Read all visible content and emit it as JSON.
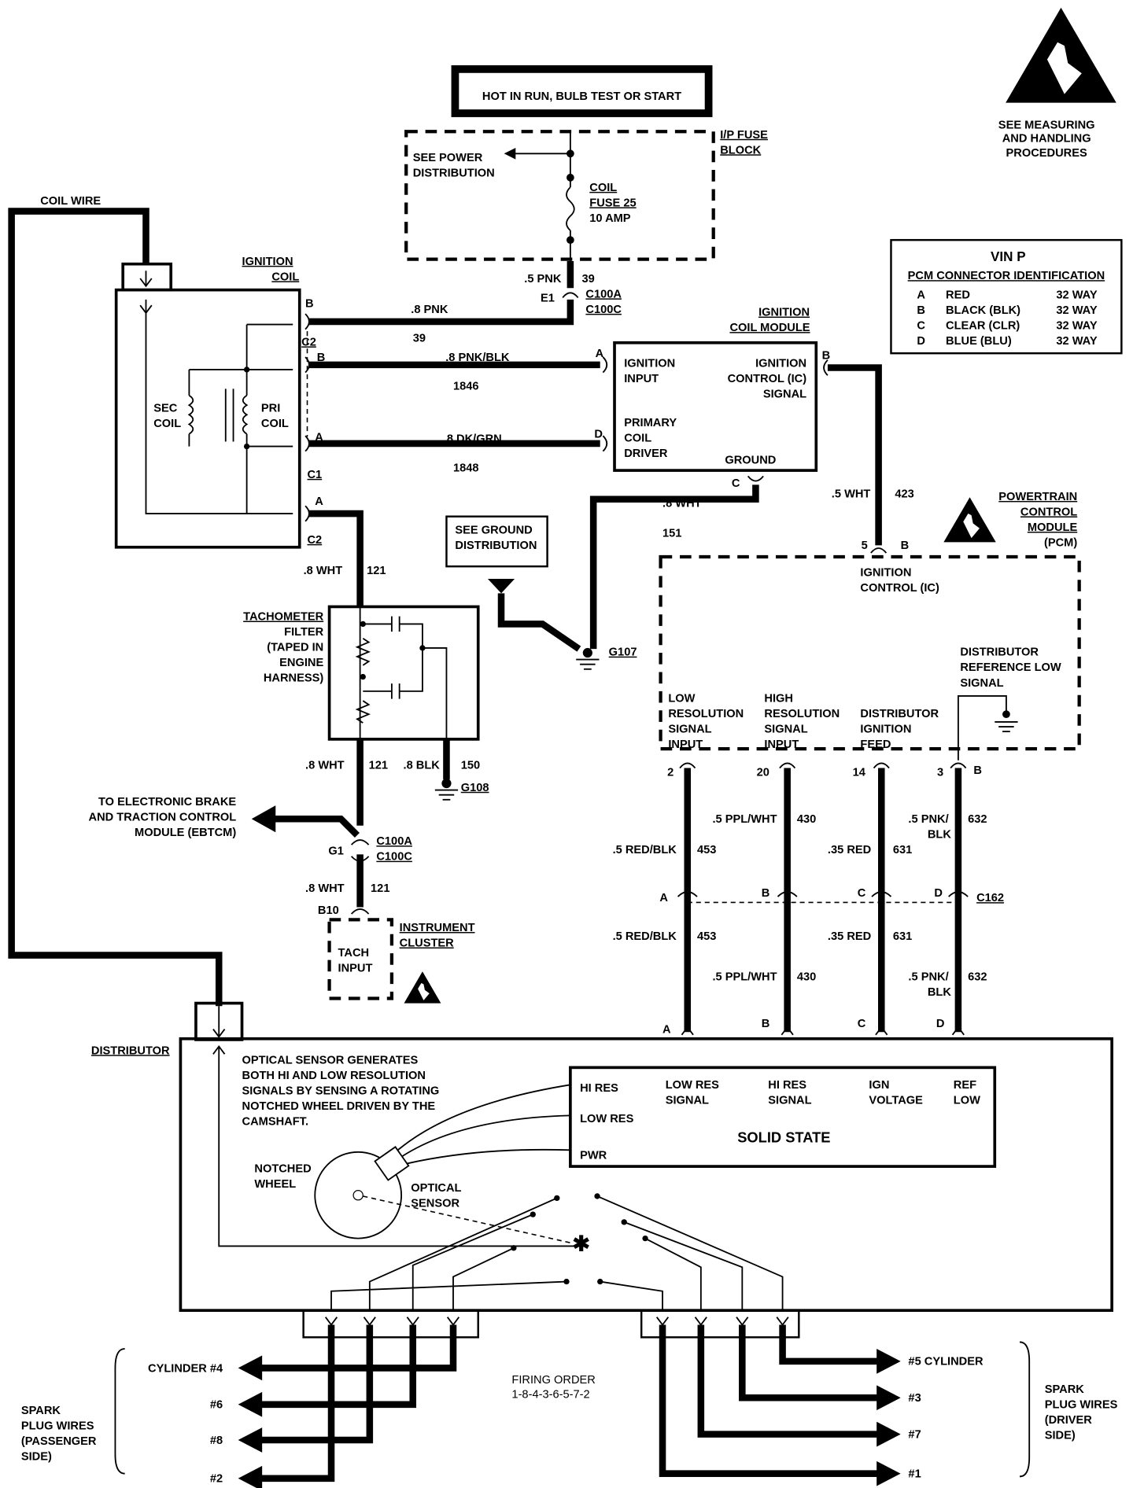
{
  "power": {
    "hot": "HOT IN RUN, BULB TEST OR START",
    "fuse_block_1": "I/P FUSE",
    "fuse_block_2": "BLOCK",
    "see_power_1": "SEE POWER",
    "see_power_2": "DISTRIBUTION",
    "fuse_1": "COIL",
    "fuse_2": "FUSE 25",
    "fuse_3": "10 AMP",
    "w_size": ".5 PNK",
    "w_num": "39",
    "e1": "E1",
    "c100a": "C100A",
    "c100c": "C100C"
  },
  "esd_top": {
    "l1": "SEE MEASURING",
    "l2": "AND HANDLING",
    "l3": "PROCEDURES"
  },
  "vin": {
    "title": "VIN P",
    "subtitle": "PCM CONNECTOR IDENTIFICATION",
    "rows": [
      {
        "pin": "A",
        "color": "RED",
        "way": "32 WAY"
      },
      {
        "pin": "B",
        "color": "BLACK (BLK)",
        "way": "32 WAY"
      },
      {
        "pin": "C",
        "color": "CLEAR (CLR)",
        "way": "32 WAY"
      },
      {
        "pin": "D",
        "color": "BLUE (BLU)",
        "way": "32 WAY"
      }
    ]
  },
  "coil": {
    "coil_wire": "COIL WIRE",
    "title_1": "IGNITION",
    "title_2": "COIL",
    "sec_1": "SEC",
    "sec_2": "COIL",
    "pri_1": "PRI",
    "pri_2": "COIL",
    "pB": "B",
    "c2": "C2",
    "pB2": "B",
    "pA": "A",
    "c1": "C1",
    "pA2": "A",
    "c2b": "C2"
  },
  "wires": {
    "w1_size": ".8 PNK",
    "w1_num": "39",
    "w2_size": ".8 PNK/BLK",
    "w2_num": "1846",
    "w3_size": ".8 DK/GRN",
    "w3_num": "1848",
    "ic_size": ".5 WHT",
    "ic_num": "423",
    "gnd_size": ".8 WHT",
    "gnd_num": "151",
    "p5": "5",
    "pB": "B"
  },
  "module": {
    "title_1": "IGNITION",
    "title_2": "COIL MODULE",
    "in_1": "IGNITION",
    "in_2": "INPUT",
    "ic_1": "IGNITION",
    "ic_2": "CONTROL (IC)",
    "ic_3": "SIGNAL",
    "drv_1": "PRIMARY",
    "drv_2": "COIL",
    "drv_3": "DRIVER",
    "ground": "GROUND",
    "pA": "A",
    "pD": "D",
    "pB": "B",
    "pC": "C"
  },
  "ground": {
    "see_1": "SEE GROUND",
    "see_2": "DISTRIBUTION",
    "g107": "G107",
    "g108": "G108"
  },
  "pcm": {
    "t1": "POWERTRAIN",
    "t2": "CONTROL",
    "t3": "MODULE",
    "t4": "(PCM)",
    "ic_1": "IGNITION",
    "ic_2": "CONTROL (IC)",
    "ref_1": "DISTRIBUTOR",
    "ref_2": "REFERENCE LOW",
    "ref_3": "SIGNAL",
    "low_1": "LOW",
    "low_2": "RESOLUTION",
    "low_3": "SIGNAL",
    "low_4": "INPUT",
    "high_1": "HIGH",
    "high_2": "RESOLUTION",
    "high_3": "SIGNAL",
    "high_4": "INPUT",
    "feed_1": "DISTRIBUTOR",
    "feed_2": "IGNITION",
    "feed_3": "FEED",
    "pin2": "2",
    "pin20": "20",
    "pin14": "14",
    "pin3": "3",
    "pinB": "B"
  },
  "harness": {
    "ppl": ".5 PPL/WHT",
    "n430": "430",
    "redblk": ".5 RED/BLK",
    "n453": "453",
    "red": ".35 RED",
    "n631": "631",
    "pnk_1": ".5 PNK/",
    "pnk_2": "BLK",
    "n632": "632",
    "A": "A",
    "B": "B",
    "C": "C",
    "D": "D",
    "c162": "C162"
  },
  "tach": {
    "w_size": ".8 WHT",
    "w_num": "121",
    "f1": "TACHOMETER",
    "f2": "FILTER",
    "f3": "(TAPED IN",
    "f4": "ENGINE",
    "f5": "HARNESS)",
    "blk": ".8 BLK",
    "n150": "150",
    "eb_1": "TO ELECTRONIC BRAKE",
    "eb_2": "AND TRACTION CONTROL",
    "eb_3": "MODULE (EBTCM)",
    "g1": "G1",
    "c100a": "C100A",
    "c100c": "C100C",
    "b10": "B10",
    "tach_1": "TACH",
    "tach_2": "INPUT",
    "ic_1": "INSTRUMENT",
    "ic_2": "CLUSTER"
  },
  "dist": {
    "title": "DISTRIBUTOR",
    "note": [
      "OPTICAL SENSOR GENERATES",
      "BOTH HI AND LOW RESOLUTION",
      "SIGNALS BY SENSING A ROTATING",
      "NOTCHED WHEEL DRIVEN BY THE",
      "CAMSHAFT."
    ],
    "hires": "HI RES",
    "lowres": "LOW RES",
    "pwr": "PWR",
    "lrs_1": "LOW RES",
    "lrs_2": "SIGNAL",
    "hrs_1": "HI RES",
    "hrs_2": "SIGNAL",
    "ign_1": "IGN",
    "ign_2": "VOLTAGE",
    "ref_1": "REF",
    "ref_2": "LOW",
    "solid": "SOLID STATE",
    "wheel_1": "NOTCHED",
    "wheel_2": "WHEEL",
    "sensor_1": "OPTICAL",
    "sensor_2": "SENSOR",
    "A": "A",
    "B": "B",
    "C": "C",
    "D": "D"
  },
  "plugs": {
    "cyl4": "CYLINDER  #4",
    "cyl6": "#6",
    "cyl8": "#8",
    "cyl2": "#2",
    "cyl5": "#5  CYLINDER",
    "cyl3": "#3",
    "cyl7": "#7",
    "cyl1": "#1",
    "pass": [
      "SPARK",
      "PLUG WIRES",
      "(PASSENGER",
      "SIDE)"
    ],
    "drv": [
      "SPARK",
      "PLUG WIRES",
      "(DRIVER",
      "SIDE)"
    ],
    "fo_1": "FIRING ORDER",
    "fo_2": "1-8-4-3-6-5-7-2"
  }
}
